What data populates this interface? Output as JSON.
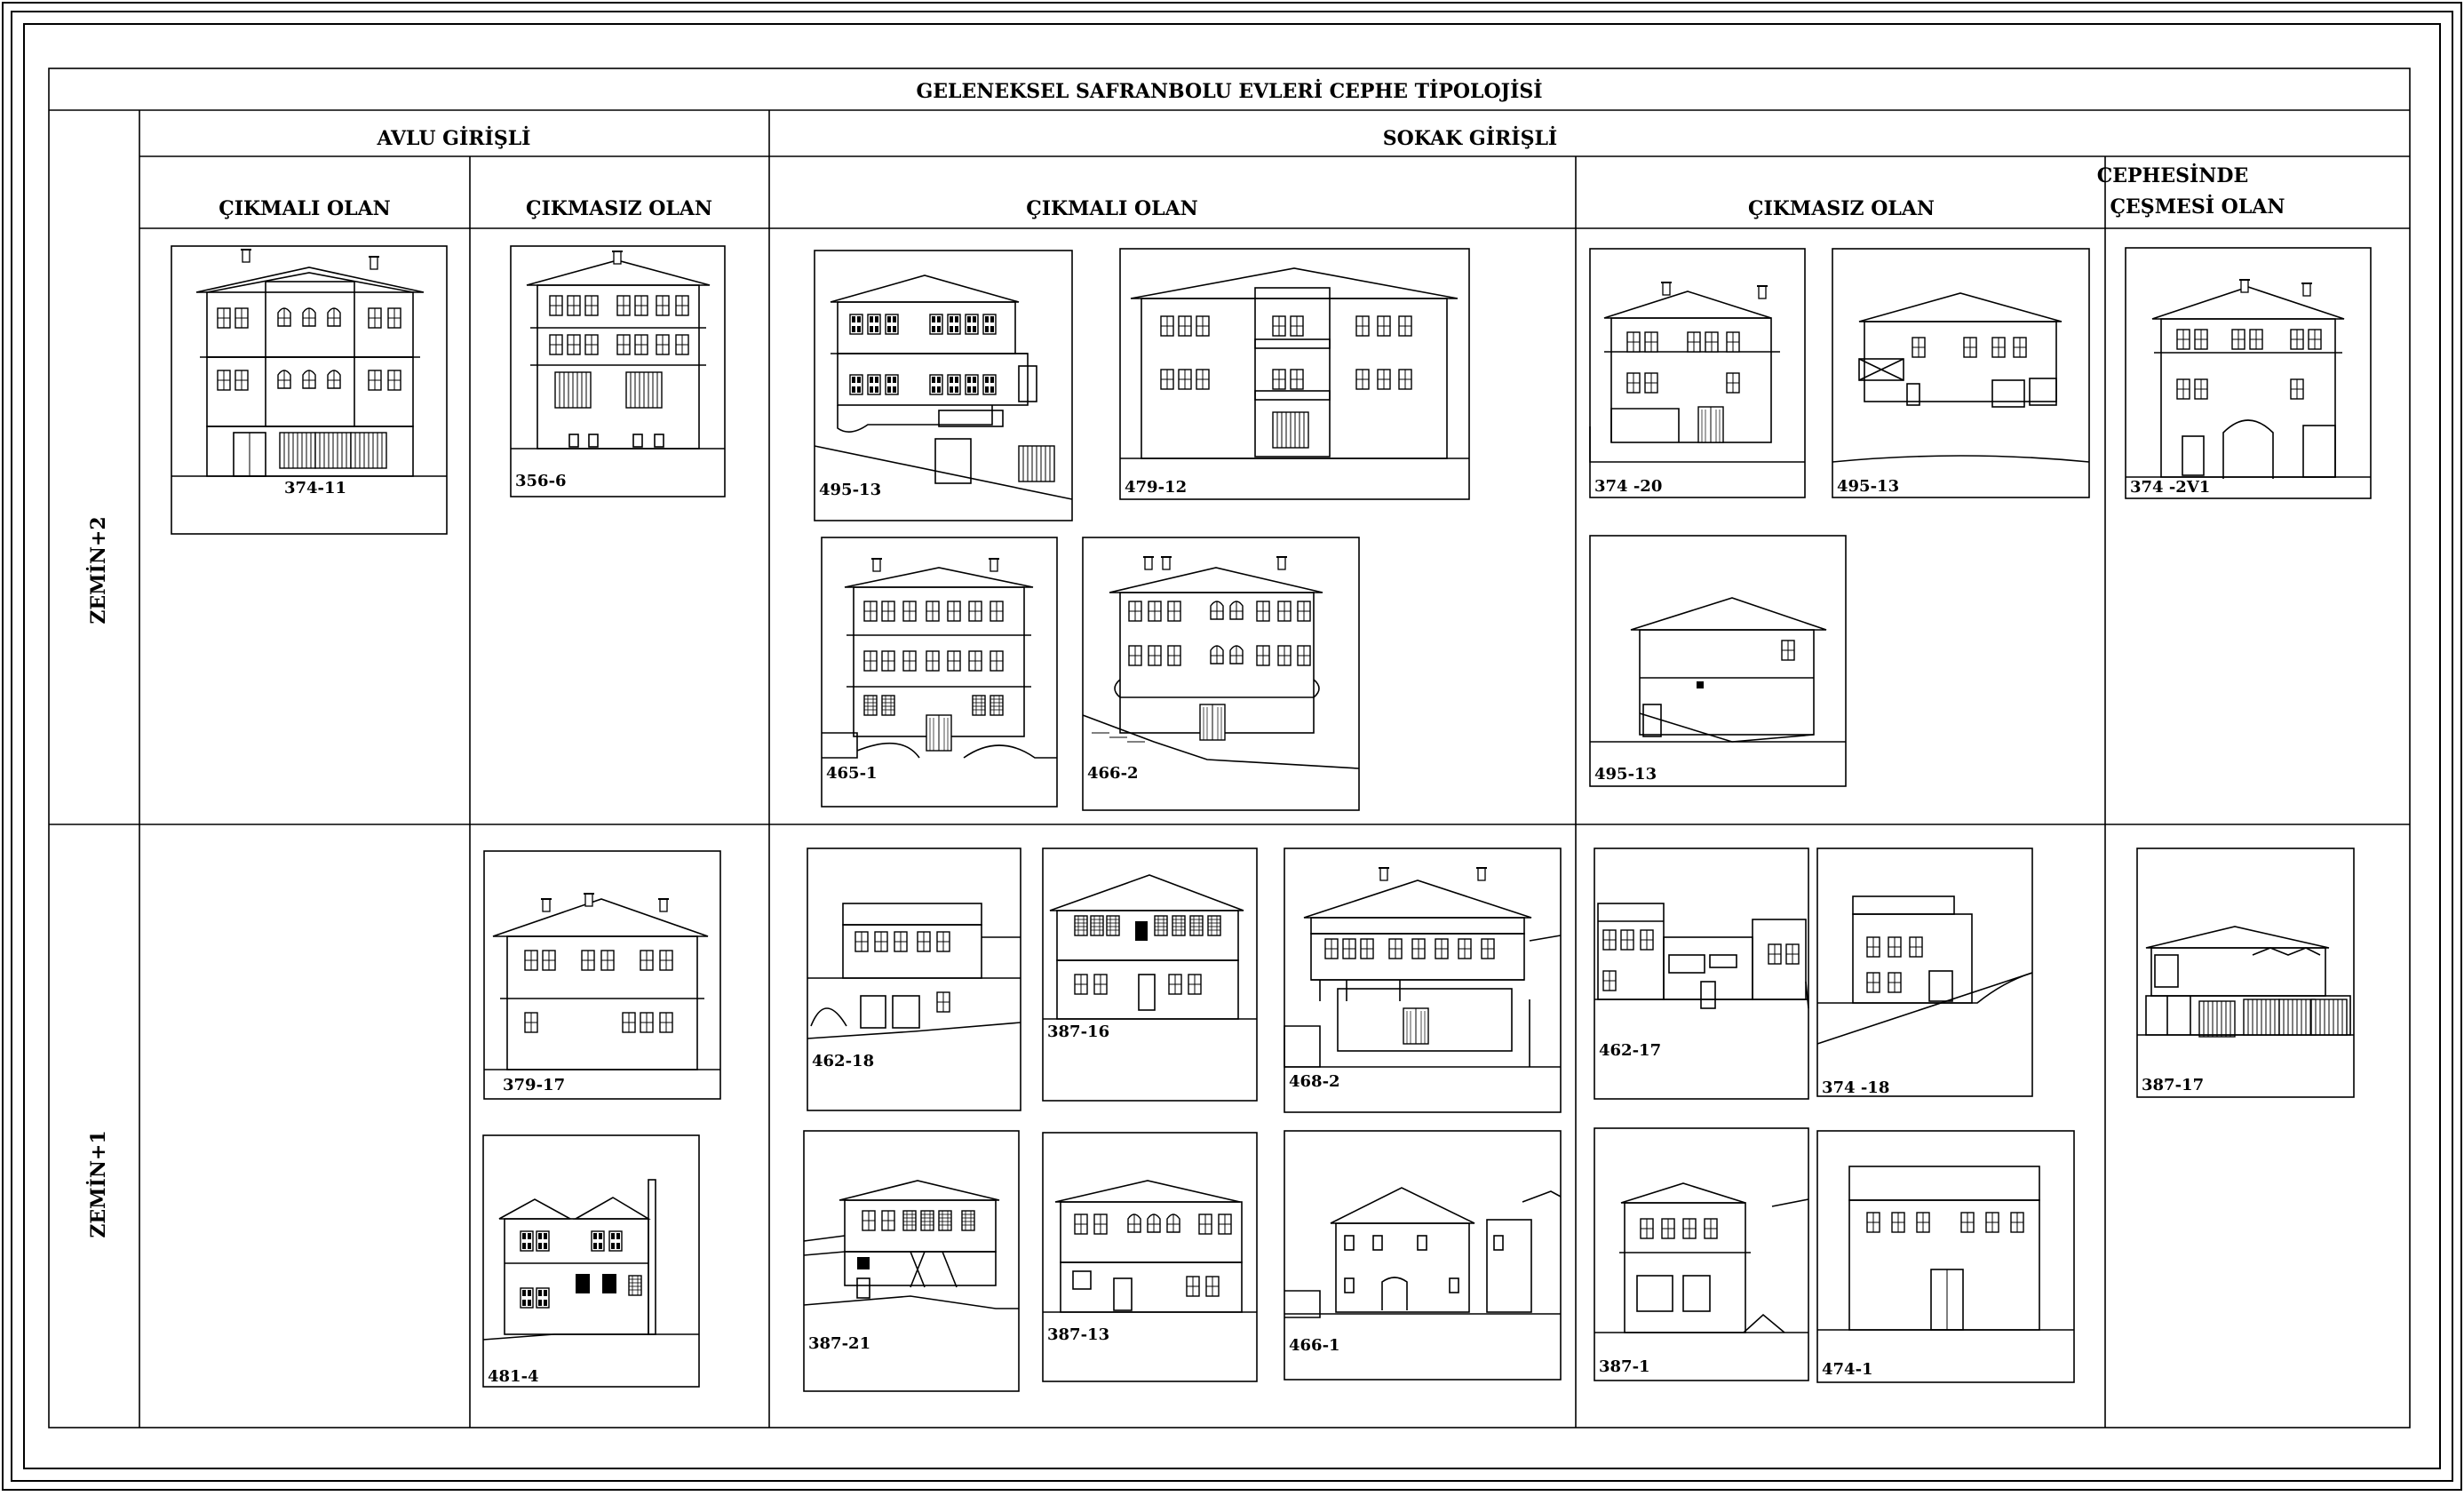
{
  "title": "GELENEKSEL SAFRANBOLU EVLERİ CEPHE TİPOLOJİSİ",
  "groups": {
    "avlu": "AVLU GİRİŞLİ",
    "sokak": "SOKAK GİRİŞLİ"
  },
  "columns": {
    "avlu_cikmali": "ÇIKMALI OLAN",
    "avlu_cikmasiz": "ÇIKMASIZ OLAN",
    "sokak_cikmali": "ÇIKMALI OLAN",
    "sokak_cikmasiz": "ÇIKMASIZ OLAN",
    "cesme_line1": "CEPHESİNDE",
    "cesme_line2": "ÇEŞMESİ OLAN"
  },
  "rows": {
    "zemin2": "ZEMİN+2",
    "zemin1": "ZEMİN+1"
  },
  "houses": {
    "h01": "374-11",
    "h02": "356-6",
    "h03": "495-13",
    "h04": "479-12",
    "h05": "374 -20",
    "h06": "495-13",
    "h07": "374 -2V1",
    "h08": "465-1",
    "h09": "466-2",
    "h10": "495-13",
    "h11": "379-17",
    "h12": "462-18",
    "h13": "387-16",
    "h14": "468-2",
    "h15": "462-17",
    "h16": "374 -18",
    "h17": "387-17",
    "h18": "481-4",
    "h19": "387-21",
    "h20": "387-13",
    "h21": "466-1",
    "h22": "387-1",
    "h23": "474-1"
  }
}
